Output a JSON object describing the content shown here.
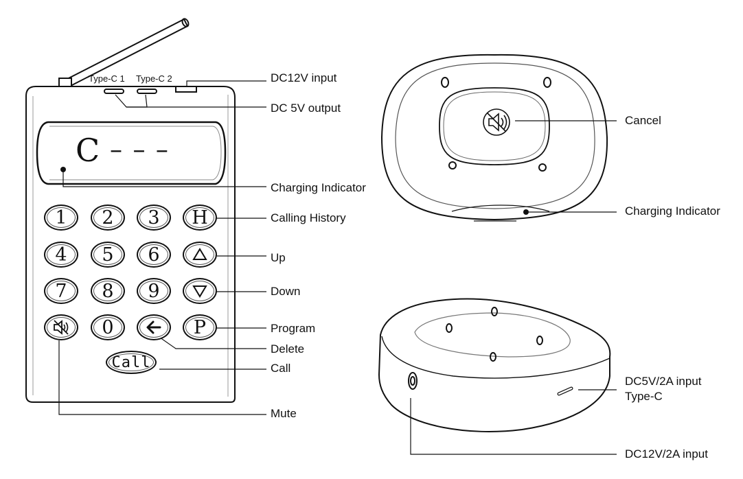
{
  "transmitter": {
    "ports": {
      "typec1": "Type-C 1",
      "typec2": "Type-C 2"
    },
    "display": {
      "char": "C",
      "dashes": "– – –"
    },
    "keys": [
      {
        "id": "key-1",
        "label": "1"
      },
      {
        "id": "key-2",
        "label": "2"
      },
      {
        "id": "key-3",
        "label": "3"
      },
      {
        "id": "key-h",
        "label": "H"
      },
      {
        "id": "key-4",
        "label": "4"
      },
      {
        "id": "key-5",
        "label": "5"
      },
      {
        "id": "key-6",
        "label": "6"
      },
      {
        "id": "key-7",
        "label": "7"
      },
      {
        "id": "key-8",
        "label": "8"
      },
      {
        "id": "key-9",
        "label": "9"
      },
      {
        "id": "key-0",
        "label": "0"
      },
      {
        "id": "key-p",
        "label": "P"
      }
    ],
    "call_key": "Call",
    "icons": {
      "up": "up-triangle-icon",
      "down": "down-triangle-icon",
      "delete": "left-arrow-icon",
      "mute": "mute-speaker-icon"
    }
  },
  "labels": {
    "dc12v_input": "DC12V input",
    "dc5v_output": "DC 5V output",
    "charging_indicator_left": "Charging Indicator",
    "calling_history": "Calling History",
    "up": "Up",
    "down": "Down",
    "program": "Program",
    "delete": "Delete",
    "call": "Call",
    "mute": "Mute",
    "cancel": "Cancel",
    "charging_indicator_right": "Charging Indicator",
    "dc5v2a_input": "DC5V/2A input",
    "typec": "Type-C",
    "dc12v2a_input": "DC12V/2A input"
  },
  "colors": {
    "line": "#111111",
    "background": "#ffffff"
  }
}
